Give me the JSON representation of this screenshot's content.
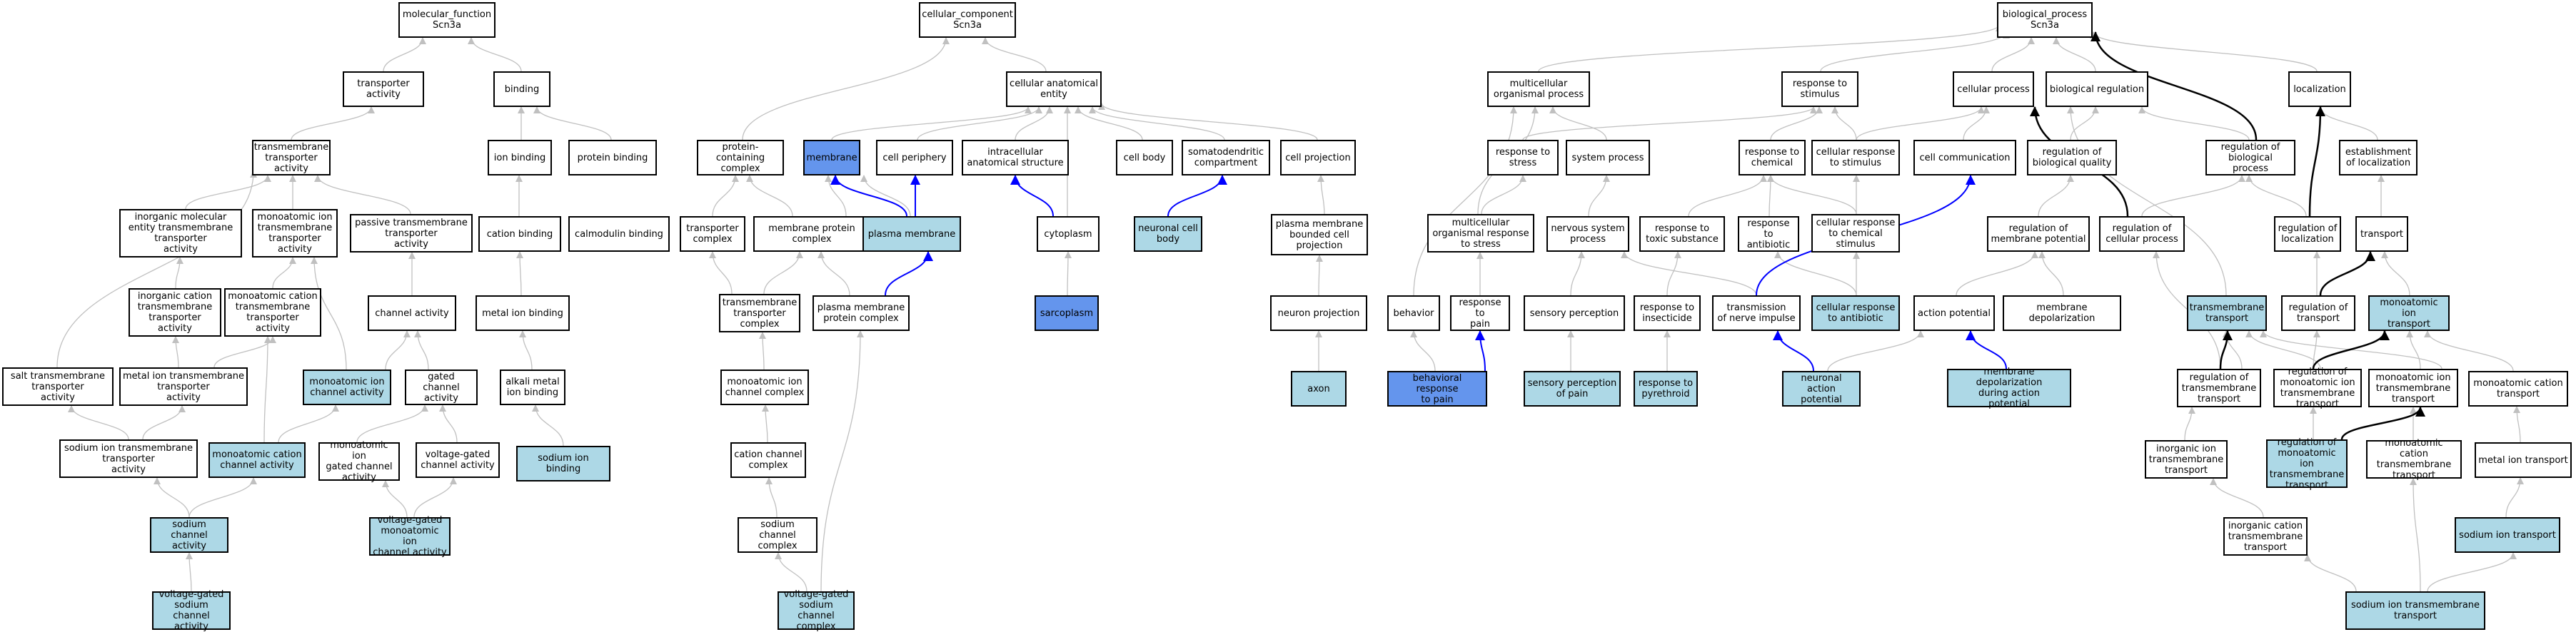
{
  "colors": {
    "plain": "#ffffff",
    "highlight": "#add8e6",
    "highlight_strong": "#6495ed",
    "edge": "#c0c0c0",
    "edge_black": "#000000",
    "edge_blue": "#0000ff"
  },
  "nodes": {
    "mf_root": "molecular_function\nScn3a",
    "transporter_activity": "transporter\nactivity",
    "binding": "binding",
    "tm_transporter_activity": "transmembrane\ntransporter\nactivity",
    "ion_binding": "ion binding",
    "protein_binding": "protein binding",
    "inorg_mol_tm": "inorganic molecular\nentity transmembrane\ntransporter\nactivity",
    "monoatomic_ion_tm": "monoatomic ion\ntransmembrane\ntransporter\nactivity",
    "passive_tm": "passive transmembrane\ntransporter\nactivity",
    "cation_binding": "cation binding",
    "calmodulin_binding": "calmodulin binding",
    "inorg_cation_tm": "inorganic cation\ntransmembrane\ntransporter\nactivity",
    "monoatomic_cation_tm": "monoatomic cation\ntransmembrane\ntransporter\nactivity",
    "channel_activity": "channel activity",
    "metal_ion_binding": "metal ion binding",
    "salt_tm": "salt transmembrane\ntransporter\nactivity",
    "metal_ion_tm": "metal ion transmembrane\ntransporter\nactivity",
    "monoatomic_ion_channel": "monoatomic ion\nchannel activity",
    "gated_channel": "gated channel\nactivity",
    "alkali_metal_binding": "alkali metal\nion binding",
    "sodium_ion_tm": "sodium ion transmembrane\ntransporter\nactivity",
    "monoatomic_cation_channel": "monoatomic cation\nchannel activity",
    "monoatomic_ion_gated": "monoatomic ion\ngated channel\nactivity",
    "voltage_gated_channel": "voltage-gated\nchannel activity",
    "sodium_ion_binding": "sodium ion binding",
    "sodium_channel": "sodium channel\nactivity",
    "vg_monoatomic_ion_channel": "voltage-gated\nmonoatomic ion\nchannel activity",
    "vg_sodium_channel": "voltage-gated\nsodium channel\nactivity",
    "cc_root": "cellular_component\nScn3a",
    "cellular_anatomical_entity": "cellular anatomical\nentity",
    "protein_containing_complex": "protein-containing\ncomplex",
    "membrane": "membrane",
    "cell_periphery": "cell periphery",
    "intracellular_structure": "intracellular\nanatomical structure",
    "cell_body": "cell body",
    "somatodendritic": "somatodendritic\ncompartment",
    "cell_projection": "cell projection",
    "transporter_complex": "transporter\ncomplex",
    "membrane_protein_complex": "membrane protein\ncomplex",
    "plasma_membrane": "plasma membrane",
    "cytoplasm": "cytoplasm",
    "neuronal_cell_body": "neuronal cell\nbody",
    "pm_bounded_projection": "plasma membrane\nbounded cell\nprojection",
    "tm_transporter_complex": "transmembrane\ntransporter\ncomplex",
    "pm_protein_complex": "plasma membrane\nprotein complex",
    "sarcoplasm": "sarcoplasm",
    "neuron_projection": "neuron projection",
    "monoatomic_ion_channel_complex": "monoatomic ion\nchannel complex",
    "axon": "axon",
    "cation_channel_complex": "cation channel\ncomplex",
    "sodium_channel_complex": "sodium channel\ncomplex",
    "vg_sodium_channel_complex": "voltage-gated\nsodium channel\ncomplex",
    "bp_root": "biological_process\nScn3a",
    "multicellular_organismal": "multicellular\norganismal process",
    "response_to_stimulus": "response to\nstimulus",
    "cellular_process": "cellular process",
    "biological_regulation": "biological regulation",
    "localization": "localization",
    "response_to_stress": "response to\nstress",
    "system_process": "system process",
    "response_to_chemical": "response to\nchemical",
    "cellular_response_stimulus": "cellular response\nto stimulus",
    "cell_communication": "cell communication",
    "regulation_biological_quality": "regulation of\nbiological quality",
    "regulation_biological_process": "regulation of\nbiological process",
    "establishment_localization": "establishment\nof localization",
    "multicellular_response_stress": "multicellular\norganismal response\nto stress",
    "nervous_system_process": "nervous system\nprocess",
    "response_toxic": "response to\ntoxic substance",
    "response_antibiotic": "response to\nantibiotic",
    "cellular_response_chemical": "cellular response\nto chemical\nstimulus",
    "regulation_membrane_potential": "regulation of\nmembrane potential",
    "regulation_cellular_process": "regulation of\ncellular process",
    "regulation_localization": "regulation of\nlocalization",
    "transport": "transport",
    "behavior": "behavior",
    "response_to_pain": "response to\npain",
    "sensory_perception": "sensory perception",
    "response_insecticide": "response to\ninsecticide",
    "transmission_nerve_impulse": "transmission\nof nerve impulse",
    "cellular_response_antibiotic": "cellular response\nto antibiotic",
    "action_potential": "action potential",
    "membrane_depolarization": "membrane depolarization",
    "transmembrane_transport": "transmembrane\ntransport",
    "regulation_transport": "regulation of\ntransport",
    "monoatomic_ion_transport": "monoatomic ion\ntransport",
    "behavioral_response_pain": "behavioral response\nto pain",
    "sensory_perception_pain": "sensory perception\nof pain",
    "response_pyrethroid": "response to\npyrethroid",
    "neuronal_action_potential": "neuronal action\npotential",
    "membrane_depol_during_ap": "membrane depolarization\nduring action\npotential",
    "regulation_tm_transport": "regulation of\ntransmembrane\ntransport",
    "regulation_monoatomic_ion_tm": "regulation of\nmonoatomic ion\ntransmembrane\ntransport",
    "monoatomic_ion_tm_transport": "monoatomic ion\ntransmembrane\ntransport",
    "monoatomic_cation_transport": "monoatomic cation\ntransport",
    "inorganic_ion_tm_transport": "inorganic ion\ntransmembrane\ntransport",
    "reg_monoatomic_ion_tm_transport": "regulation of\nmonoatomic ion\ntransmembrane\ntransport",
    "monoatomic_cation_tm_transport": "monoatomic cation\ntransmembrane\ntransport",
    "metal_ion_transport": "metal ion transport",
    "inorganic_cation_tm_transport": "inorganic cation\ntransmembrane\ntransport",
    "sodium_ion_transport": "sodium ion transport",
    "sodium_ion_tm_transport": "sodium ion transmembrane\ntransport"
  }
}
